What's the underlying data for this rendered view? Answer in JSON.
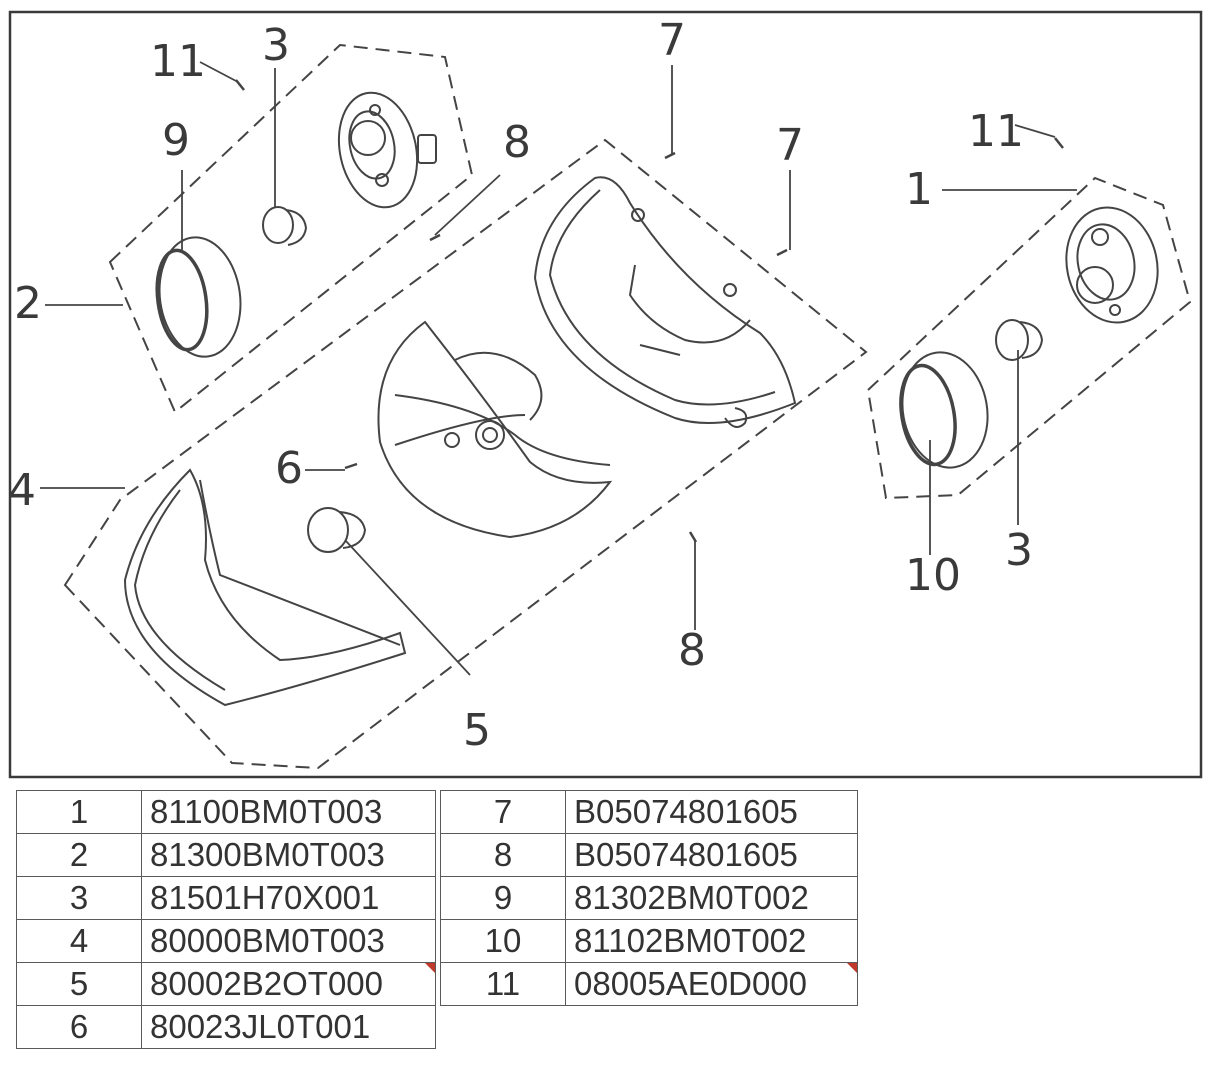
{
  "diagram": {
    "callouts": {
      "c1": "1",
      "c2": "2",
      "c3a": "3",
      "c3b": "3",
      "c4": "4",
      "c5": "5",
      "c6": "6",
      "c7a": "7",
      "c7b": "7",
      "c8a": "8",
      "c8b": "8",
      "c9": "9",
      "c10": "10",
      "c11a": "11",
      "c11b": "11"
    }
  },
  "parts_left": [
    {
      "no": "1",
      "code": "81100BM0T003",
      "flag": false
    },
    {
      "no": "2",
      "code": "81300BM0T003",
      "flag": false
    },
    {
      "no": "3",
      "code": "81501H70X001",
      "flag": false
    },
    {
      "no": "4",
      "code": "80000BM0T003",
      "flag": false
    },
    {
      "no": "5",
      "code": "80002B2OT000",
      "flag": true
    },
    {
      "no": "6",
      "code": "80023JL0T001",
      "flag": false
    }
  ],
  "parts_right": [
    {
      "no": "7",
      "code": "B05074801605",
      "flag": false
    },
    {
      "no": "8",
      "code": "B05074801605",
      "flag": false
    },
    {
      "no": "9",
      "code": "81302BM0T002",
      "flag": false
    },
    {
      "no": "10",
      "code": "81102BM0T002",
      "flag": false
    },
    {
      "no": "11",
      "code": "08005AE0D000",
      "flag": true
    }
  ],
  "colors": {
    "line": "#3a3a3a",
    "flag": "#c0392b"
  }
}
